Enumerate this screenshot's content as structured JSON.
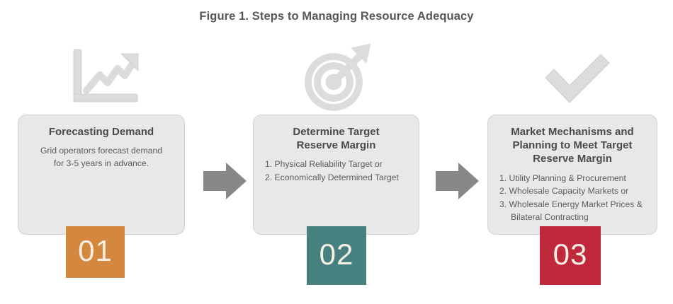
{
  "figure": {
    "title": "Figure 1. Steps to Managing Resource Adequacy"
  },
  "colors": {
    "card_background": "#e8e8e8",
    "card_border": "#d2d2d2",
    "title_text": "#58585a",
    "body_text": "#5b5b5d",
    "icon_gray": "#dcdcdc",
    "arrow_gray": "#878787",
    "badge_one": "#d3873f",
    "badge_two": "#468180",
    "badge_three": "#c0283c",
    "badge_text": "#f6efe6"
  },
  "steps": [
    {
      "number": "01",
      "icon": "line-chart-growth-icon",
      "title": "Forecasting Demand",
      "body": "Grid operators forecast demand\nfor 3-5 years in advance.",
      "items": []
    },
    {
      "number": "02",
      "icon": "target-bullseye-arrow-icon",
      "title": "Determine Target\nReserve Margin",
      "body": "",
      "items": [
        "1. Physical Reliability Target or",
        "2. Economically Determined Target"
      ]
    },
    {
      "number": "03",
      "icon": "checkmark-icon",
      "title": "Market Mechanisms and\nPlanning to Meet Target\nReserve Margin",
      "body": "",
      "items": [
        "1. Utility Planning & Procurement",
        "2. Wholesale Capacity Markets or",
        "3. Wholesale Energy Market Prices & Bilateral Contracting"
      ]
    }
  ],
  "connectors": [
    {
      "name": "arrow-step1-to-step2",
      "direction": "right"
    },
    {
      "name": "arrow-step2-to-step3",
      "direction": "right"
    }
  ]
}
